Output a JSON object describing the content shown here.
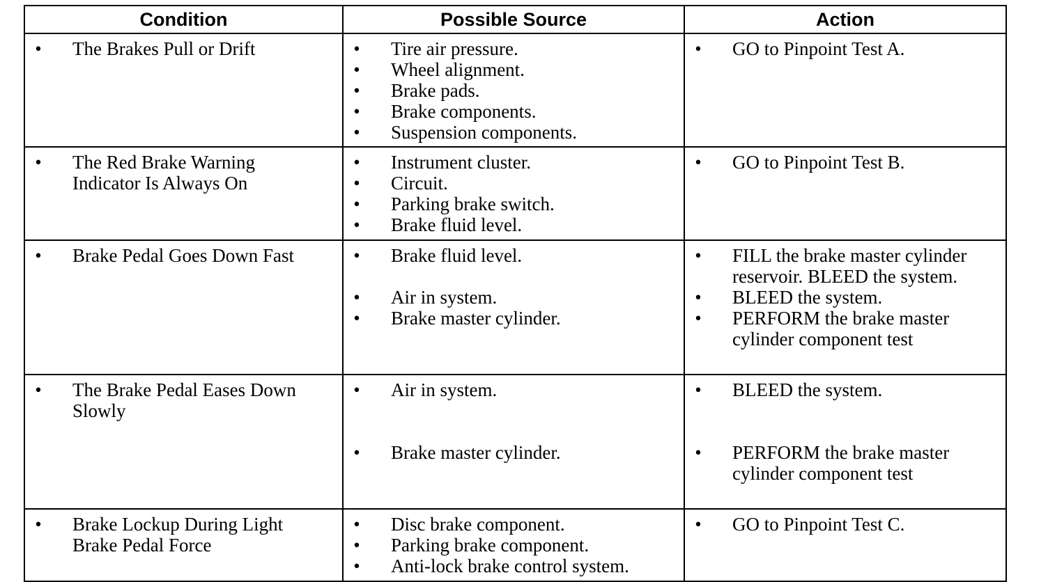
{
  "headers": {
    "condition": "Condition",
    "source": "Possible Source",
    "action": "Action"
  },
  "bullet": "•",
  "rows": [
    {
      "condition": [
        "The Brakes Pull or Drift"
      ],
      "sources": [
        "Tire air pressure.",
        "Wheel alignment.",
        "Brake pads.",
        "Brake components.",
        "Suspension components."
      ],
      "actions": [
        "GO to Pinpoint Test A."
      ]
    },
    {
      "condition": [
        "The Red Brake Warning",
        "Indicator Is Always On"
      ],
      "sources": [
        "Instrument cluster.",
        "Circuit.",
        "Parking brake switch.",
        "Brake fluid level."
      ],
      "actions": [
        "GO to Pinpoint Test B."
      ]
    },
    {
      "condition": [
        "Brake Pedal Goes Down Fast"
      ],
      "sources": [
        "Brake fluid level.",
        "Air in system.",
        "Brake master cylinder."
      ],
      "actions": [
        [
          "FILL the brake master cylinder",
          "reservoir. BLEED the system."
        ],
        [
          "BLEED the system."
        ],
        [
          "PERFORM the brake master",
          "cylinder component test"
        ]
      ]
    },
    {
      "condition": [
        "The Brake Pedal Eases Down",
        "Slowly"
      ],
      "sources": [
        "Air in system.",
        "Brake master cylinder."
      ],
      "actions": [
        [
          "BLEED the system."
        ],
        [
          "PERFORM the brake master",
          "cylinder component test"
        ]
      ]
    },
    {
      "condition": [
        "Brake Lockup During Light",
        "Brake Pedal Force"
      ],
      "sources": [
        "Disc brake component.",
        "Parking brake component.",
        "Anti-lock brake control system."
      ],
      "actions": [
        "GO to Pinpoint Test C."
      ]
    }
  ]
}
